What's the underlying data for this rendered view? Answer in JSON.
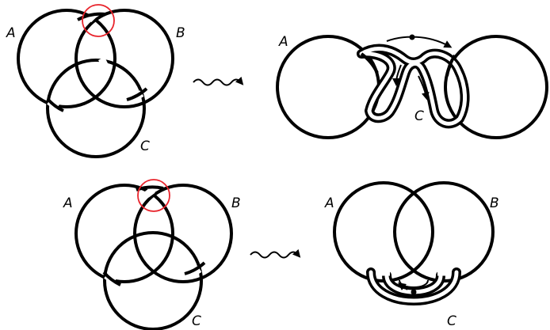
{
  "panels": [
    {
      "id": "top-left",
      "labels": {
        "a": "A",
        "b": "B",
        "c": "C"
      }
    },
    {
      "id": "top-right",
      "labels": {
        "a": "A",
        "c": "C"
      }
    },
    {
      "id": "bottom-left",
      "labels": {
        "a": "A",
        "b": "B",
        "c": "C"
      }
    },
    {
      "id": "bottom-right",
      "labels": {
        "a": "A",
        "b": "B",
        "c": "C"
      }
    }
  ],
  "colors": {
    "ink": "#000000",
    "highlight": "#e8232b",
    "background": "#ffffff"
  },
  "icons": {
    "transform_arrow": "squiggle-arrow-icon",
    "crossing_marker": "red-circle-highlight"
  }
}
